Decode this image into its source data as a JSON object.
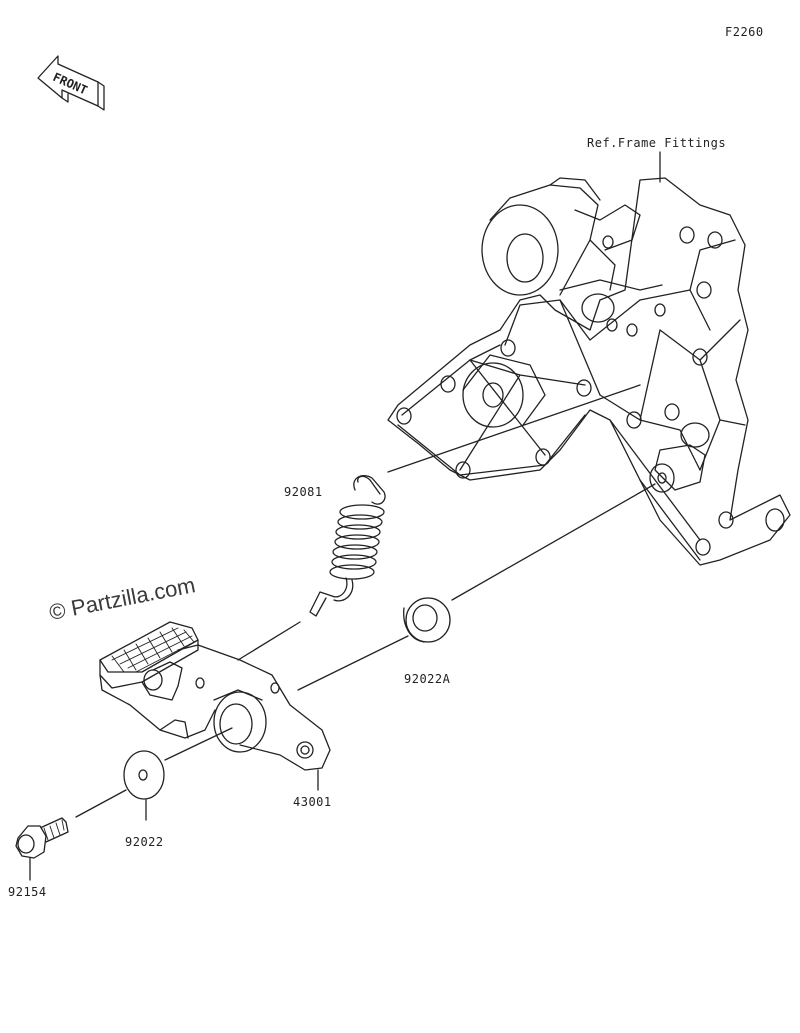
{
  "diagram_code": "F2260",
  "front_badge": "FRONT",
  "watermark": "© Partzilla.com",
  "ref_note": "Ref.Frame Fittings",
  "parts": {
    "spring": "92081",
    "washer_a": "92022A",
    "pedal": "43001",
    "washer": "92022",
    "bolt": "92154"
  }
}
